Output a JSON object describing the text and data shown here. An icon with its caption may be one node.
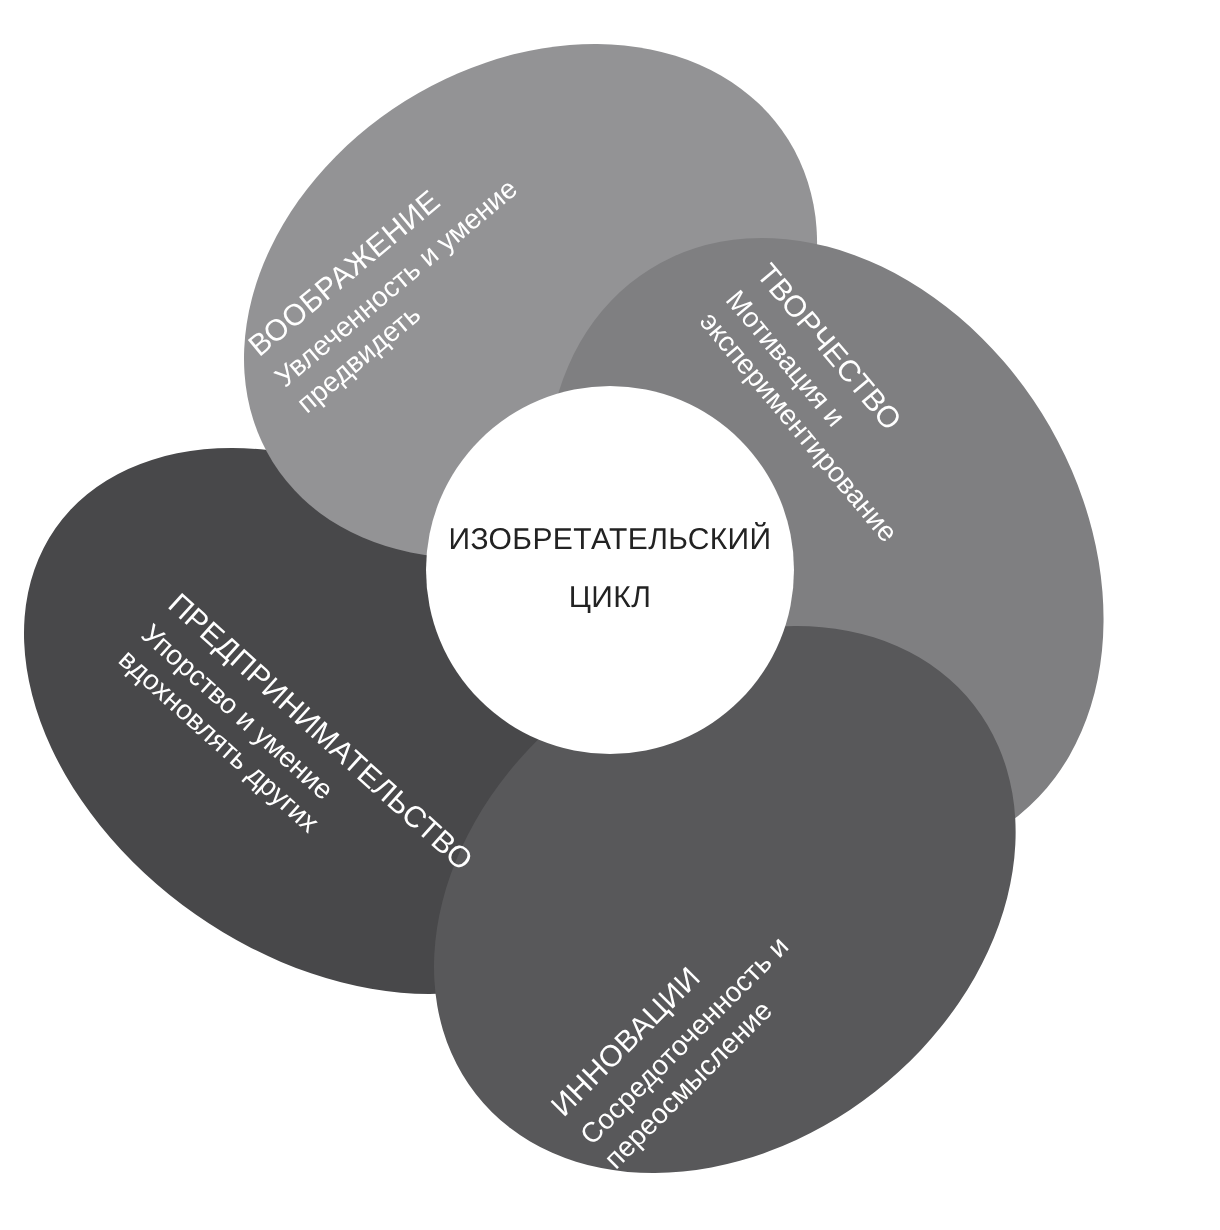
{
  "diagram": {
    "nodes": [
      {
        "text": [
          "ВООБРАЖЕНИЕ",
          "Увлеченность и умение предвидеть"
        ]
      },
      {
        "text": [
          "ТВОРЧЕСТВО",
          "Мотивация и экспериментирование"
        ]
      },
      {
        "text": [
          "ИЗОБРЕТАТЕЛЬСКИЙ ЦИКЛ"
        ]
      },
      {
        "text": [
          "ПРЕДПРИНИМАТЕЛЬСТВО",
          "Упорство и умение вдохновлять других"
        ]
      },
      {
        "text": [
          "ИННОВАЦИИ",
          "Сосредоточенность и переосмысление"
        ]
      }
    ]
  }
}
